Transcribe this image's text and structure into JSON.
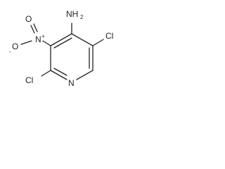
{
  "molecule": {
    "atoms": {
      "amine": "NH",
      "amine_h_count": "2",
      "ring_nitrogen": "N",
      "nitro_nitrogen": "N",
      "nitro_n_charge": "+",
      "nitro_oxygen_top": "O",
      "nitro_oxygen_left": "O",
      "nitro_o_charge": "-",
      "chloro_right": "Cl",
      "chloro_left": "Cl"
    }
  }
}
